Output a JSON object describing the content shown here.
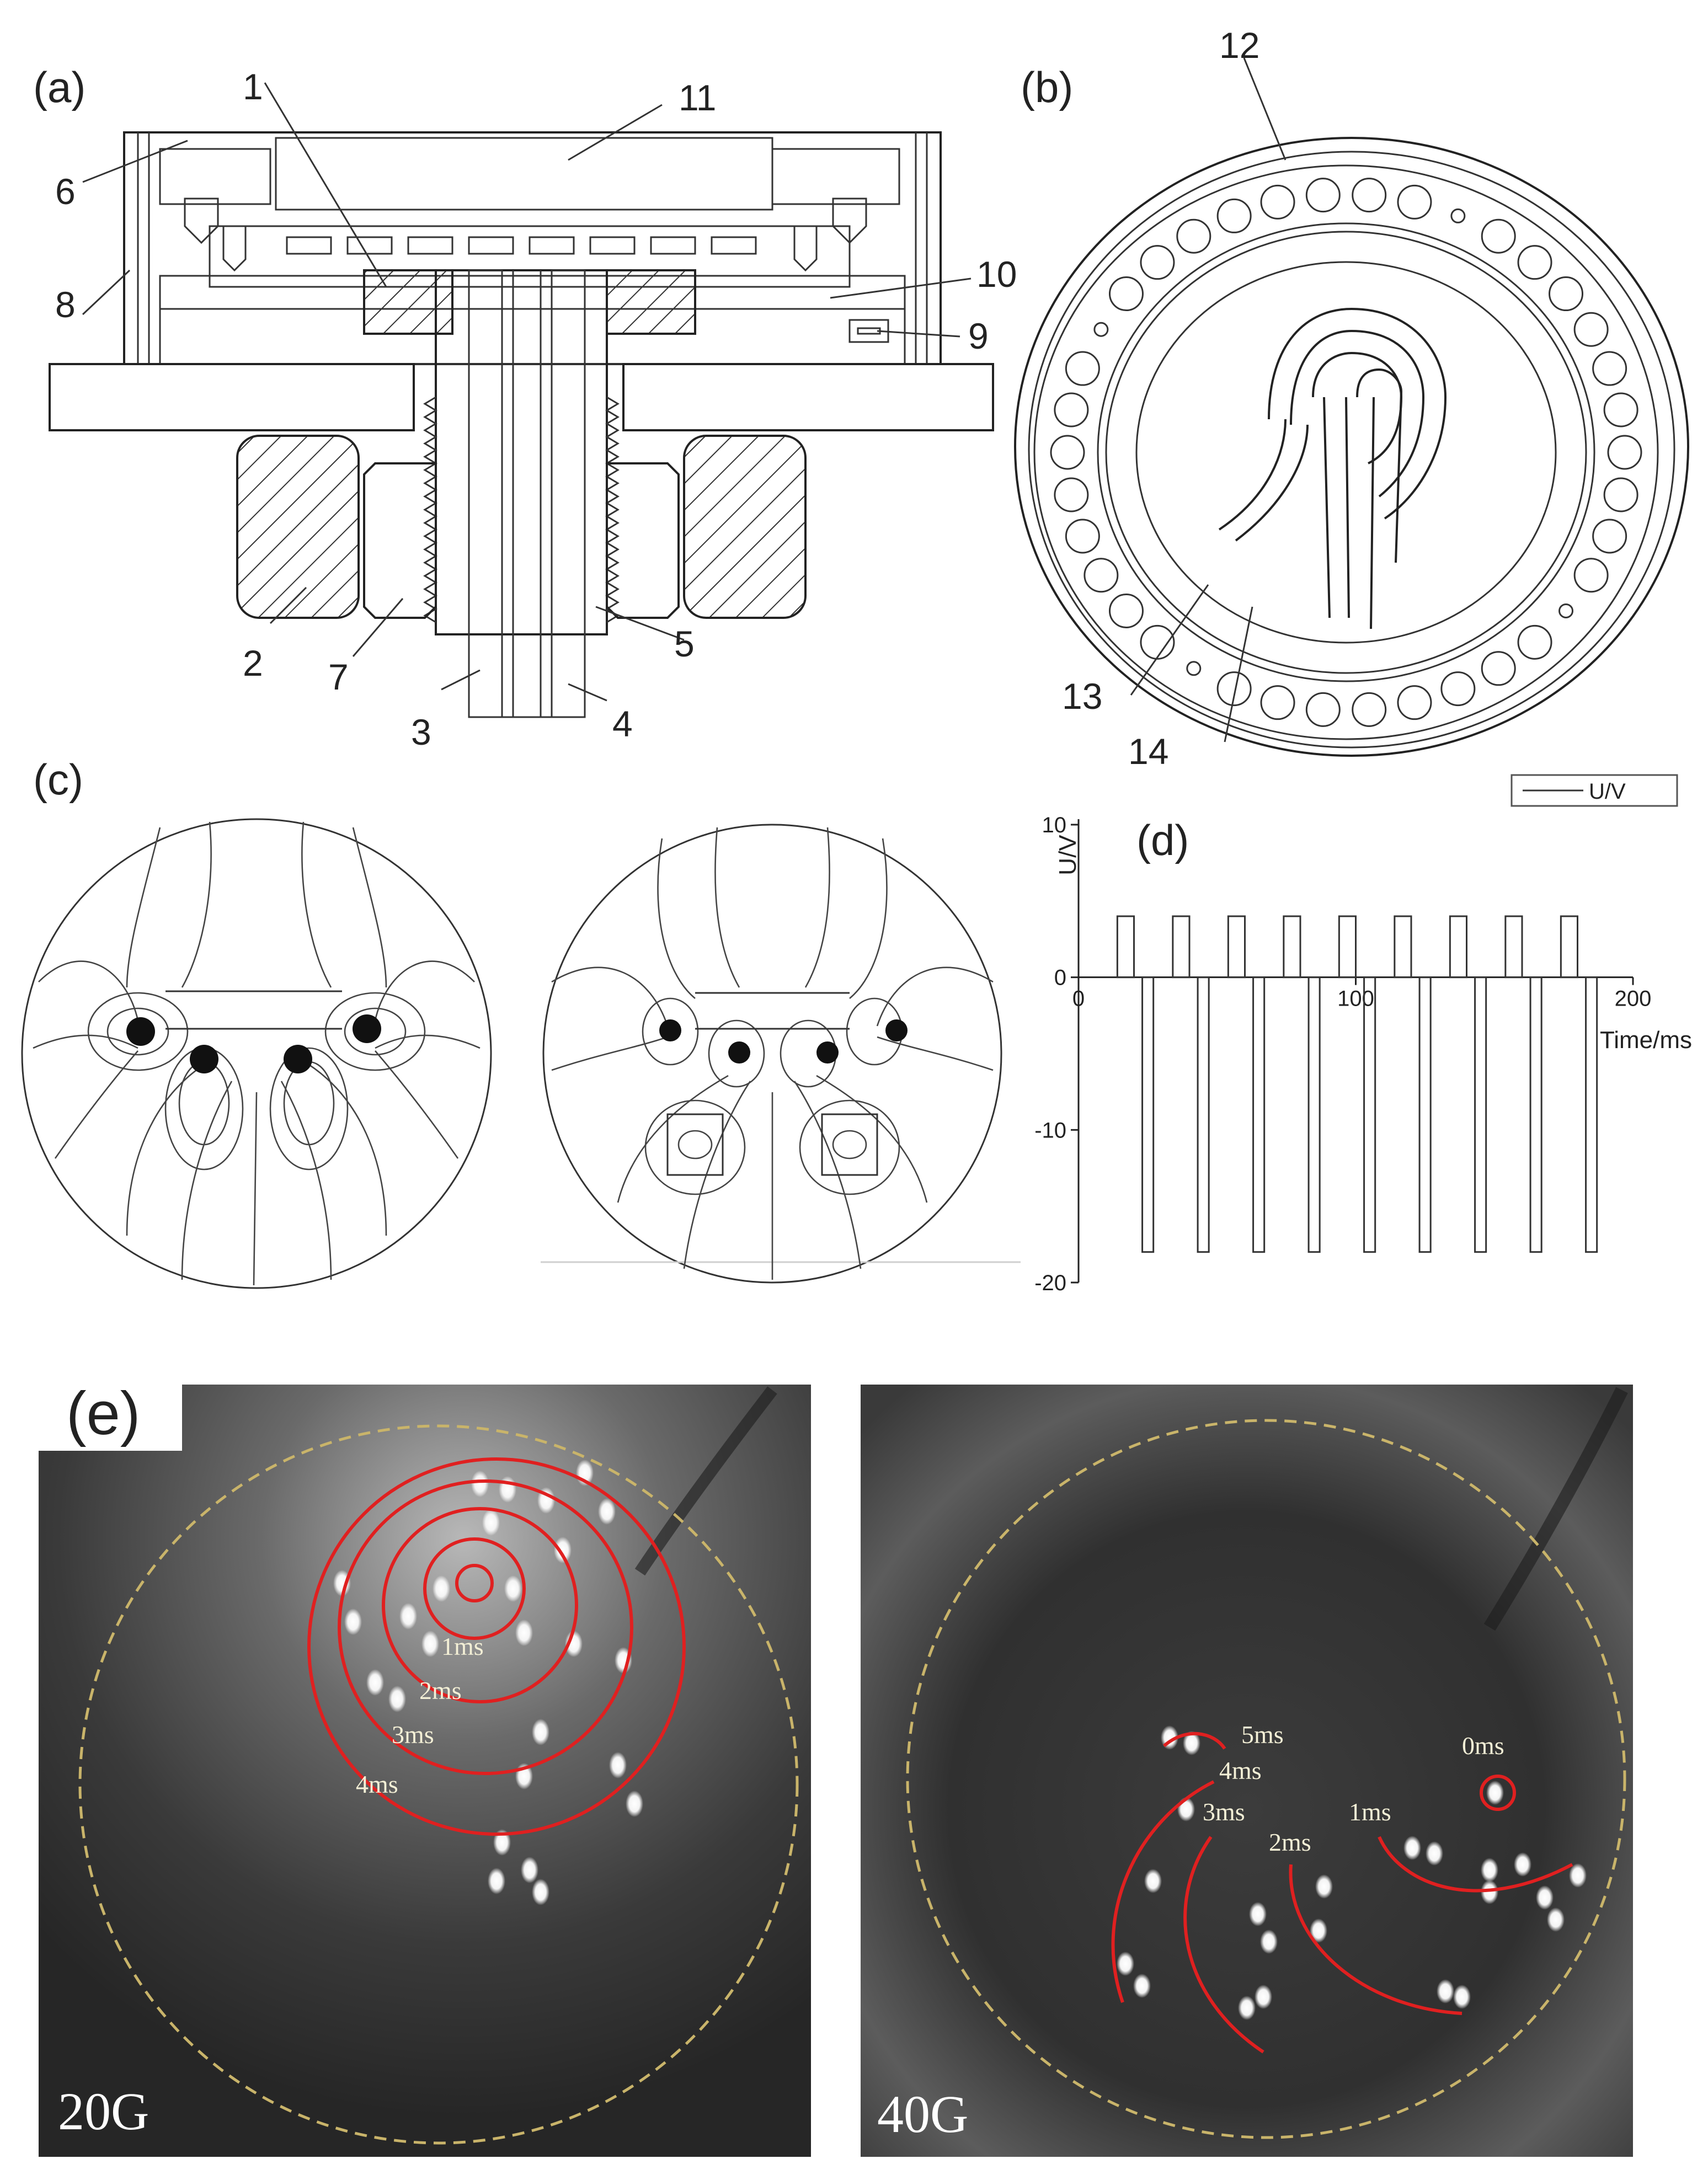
{
  "panels": {
    "a": {
      "letter": "(a)",
      "callouts": [
        "1",
        "2",
        "3",
        "4",
        "5",
        "6",
        "7",
        "8",
        "9",
        "10",
        "11"
      ]
    },
    "b": {
      "letter": "(b)",
      "callouts": [
        "12",
        "13",
        "14"
      ]
    },
    "c": {
      "letter": "(c)"
    },
    "d": {
      "letter": "(d)"
    },
    "e": {
      "letter": "(e)",
      "left": {
        "field": "20G",
        "times": [
          "1ms",
          "2ms",
          "3ms",
          "4ms"
        ]
      },
      "right": {
        "field": "40G",
        "times": [
          "0ms",
          "1ms",
          "2ms",
          "3ms",
          "4ms",
          "5ms"
        ]
      }
    }
  },
  "chart_data": {
    "type": "line",
    "title": "",
    "xlabel": "Time/ms",
    "ylabel": "U/V",
    "xlim": [
      0,
      200
    ],
    "ylim": [
      -20,
      10
    ],
    "xticks": [
      0,
      100,
      200
    ],
    "yticks": [
      10,
      0,
      -10,
      -20
    ],
    "legend": {
      "placement": "top-right",
      "entries": [
        "U/V"
      ]
    },
    "series": [
      {
        "name": "U/V",
        "pulse_starts_ms": [
          14,
          34,
          54,
          74,
          94,
          114,
          134,
          154,
          174
        ],
        "positive_level": 4,
        "positive_duration_ms": 6,
        "negative_level": -18,
        "negative_duration_ms": 4,
        "period_ms": 20
      }
    ]
  },
  "colors": {
    "ring": "#e02020",
    "boundary": "#c9b46a",
    "photo_background": "#2a2a2a",
    "droplet": "#ffffff"
  }
}
